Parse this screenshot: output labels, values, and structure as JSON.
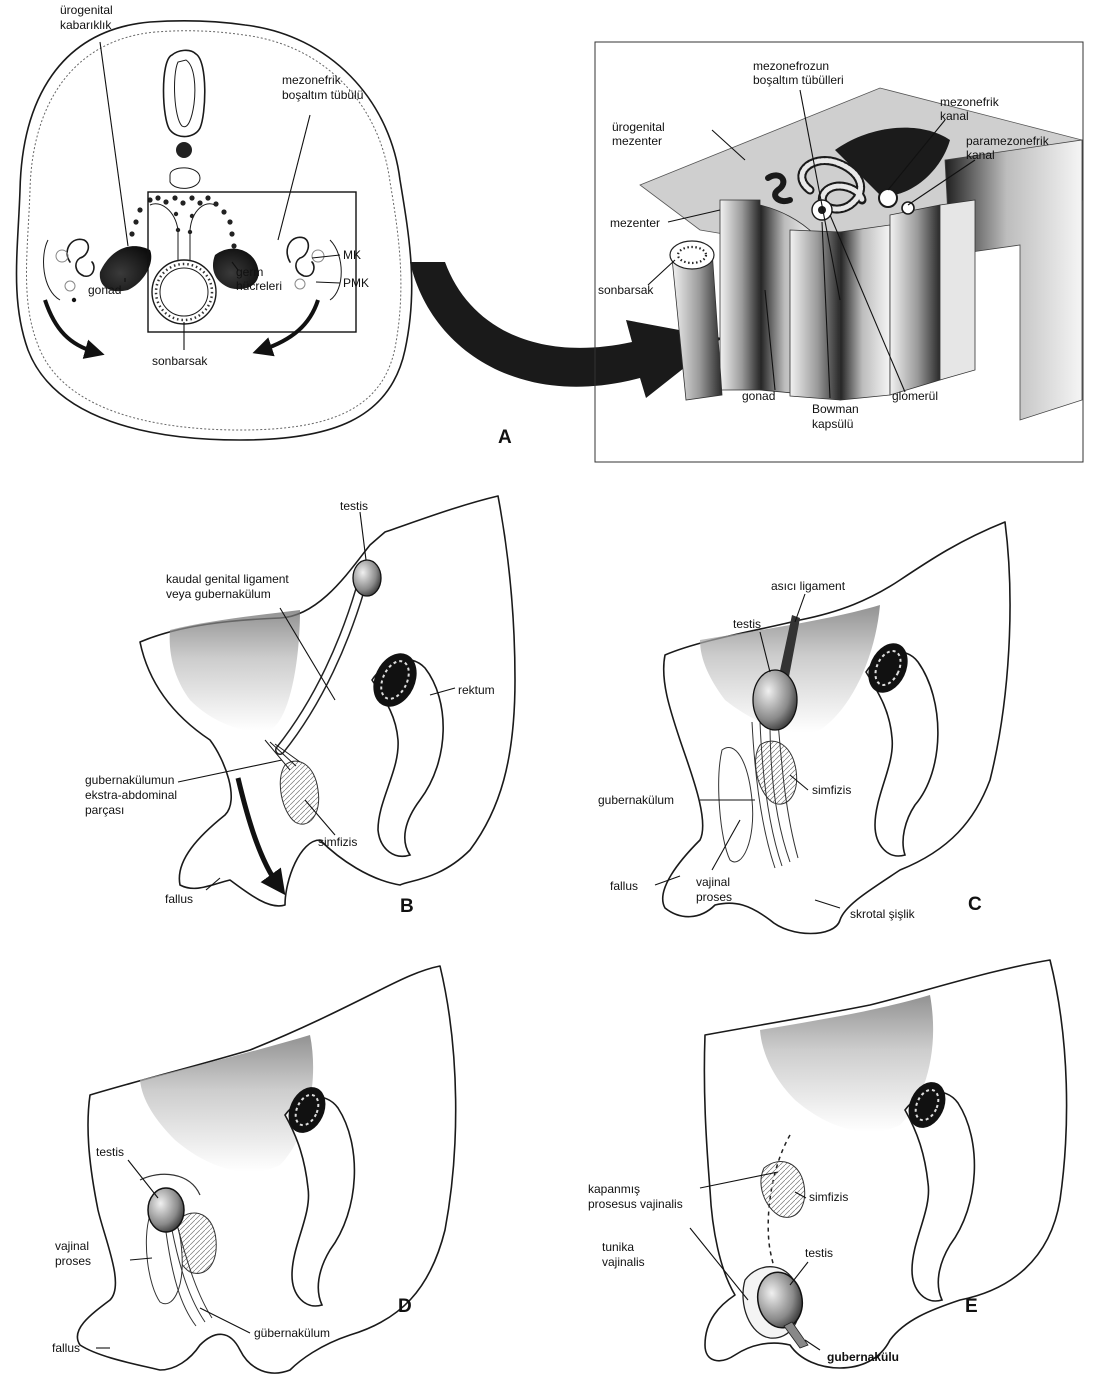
{
  "panel_a": {
    "letter": "A",
    "cross_section": {
      "urogenital_ridge": [
        "ürogenital",
        "kabarıklık"
      ],
      "mesonephric_tubule": [
        "mezonefrik",
        "boşaltım tübülü"
      ],
      "mk": "MK",
      "pmk": "PMK",
      "gonad": "gonad",
      "germ_cells": [
        "germ",
        "hücreleri"
      ],
      "hindgut": "sonbarsak"
    },
    "block": {
      "excretory_tubules": [
        "mezonefrozun",
        "boşaltım tübülleri"
      ],
      "urogenital_mesentery": [
        "ürogenital",
        "mezenter"
      ],
      "mesonephric_duct": [
        "mezonefrik",
        "kanal"
      ],
      "paramesonephric_duct": [
        "paramezonefrik",
        "kanal"
      ],
      "mesentery": "mezenter",
      "hindgut": "sonbarsak",
      "gonad": "gonad",
      "glomerulus": "glomerül",
      "bowman": [
        "Bowman",
        "kapsülü"
      ]
    }
  },
  "panel_b": {
    "letter": "B",
    "testis": "testis",
    "gubernaculum": [
      "kaudal genital ligament",
      "veya gubernakülum"
    ],
    "rectum": "rektum",
    "extra_abdominal": [
      "gubernakülumun",
      "ekstra-abdominal",
      "parçası"
    ],
    "symphysis": "simfizis",
    "phallus": "fallus"
  },
  "panel_c": {
    "letter": "C",
    "suspensory": "asıcı ligament",
    "testis": "testis",
    "gubernaculum": "gubernakülum",
    "symphysis": "simfizis",
    "phallus": "fallus",
    "vaginal_process": [
      "vajinal",
      "proses"
    ],
    "scrotal_swelling": "skrotal şişlik"
  },
  "panel_d": {
    "letter": "D",
    "testis": "testis",
    "vaginal_process": [
      "vajinal",
      "proses"
    ],
    "phallus": "fallus",
    "gubernaculum": "gübernakülum"
  },
  "panel_e": {
    "letter": "E",
    "closed_process": [
      "kapanmış",
      "prosesus vajinalis"
    ],
    "symphysis": "simfizis",
    "tunica": [
      "tunika",
      "vajinalis"
    ],
    "testis": "testis",
    "gubernaculum": "gubernakülu"
  }
}
